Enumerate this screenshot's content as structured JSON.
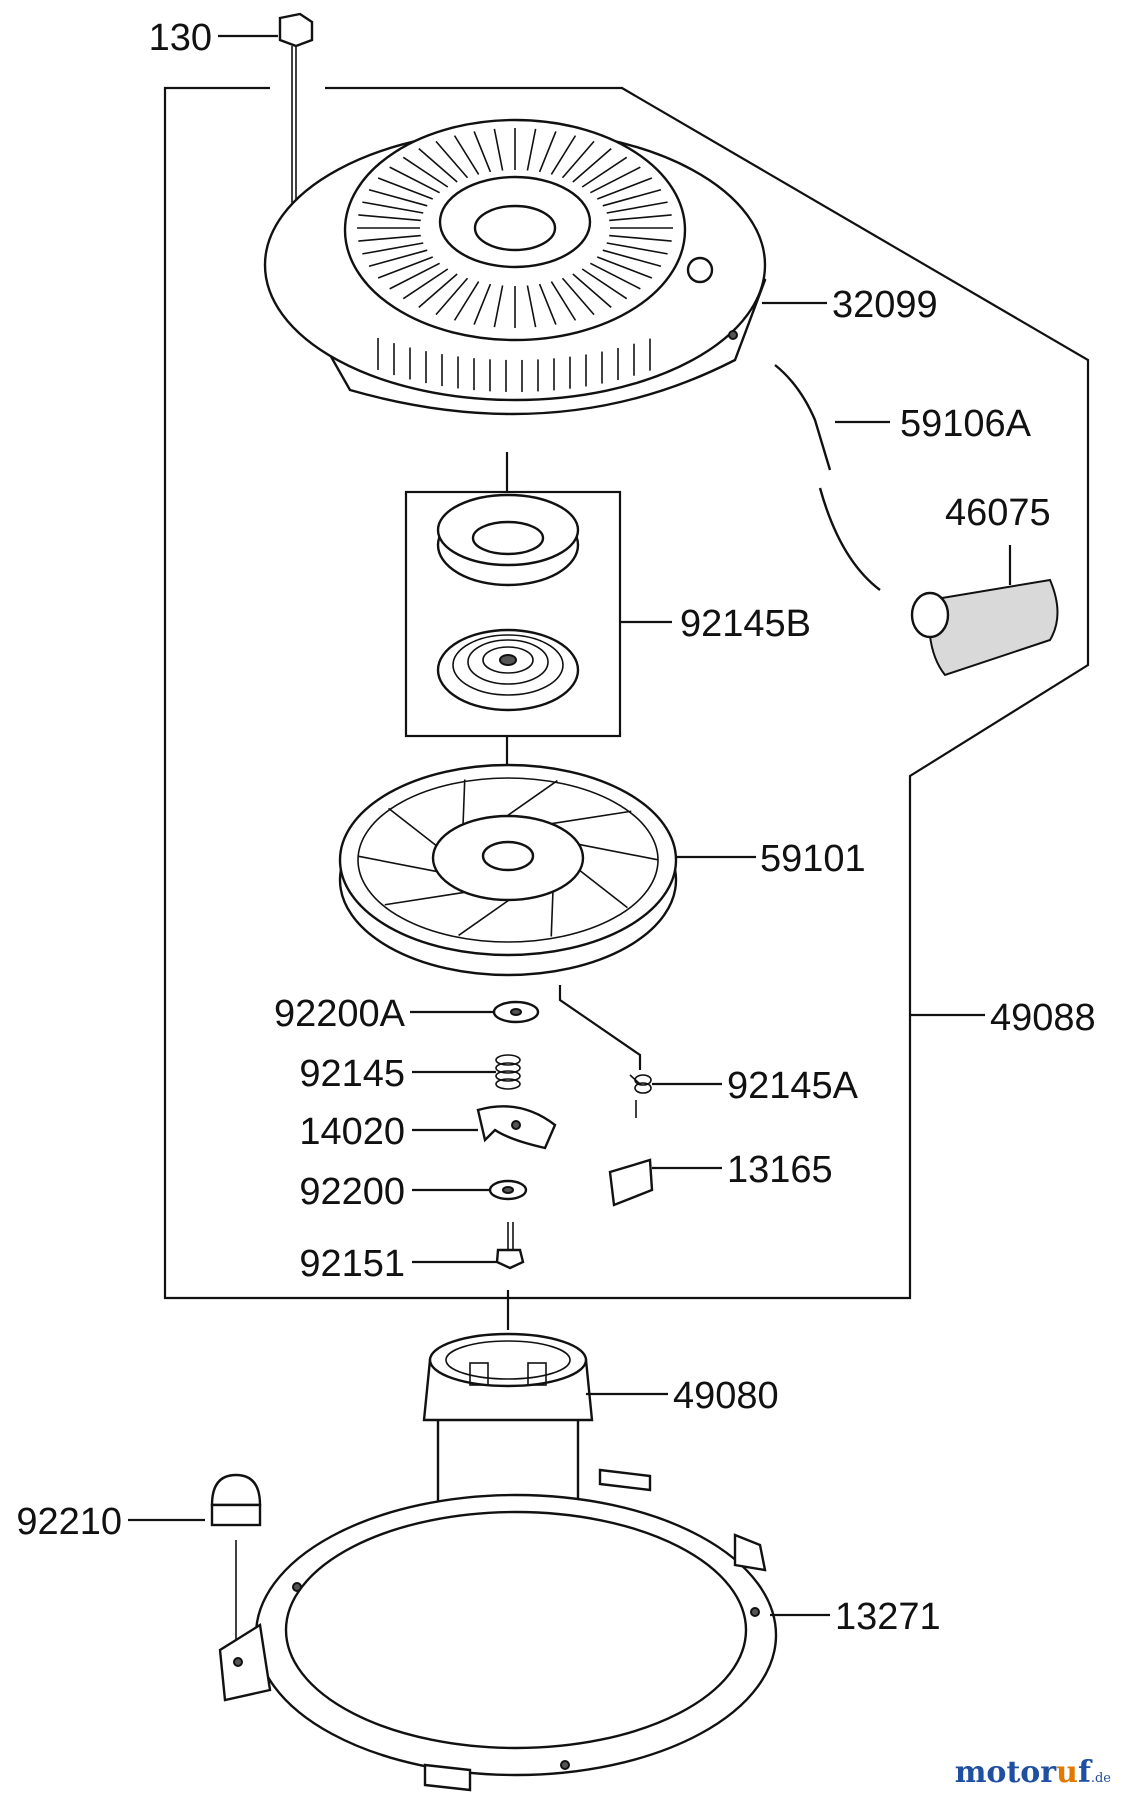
{
  "parts": [
    {
      "id": "p130",
      "label": "130"
    },
    {
      "id": "p32099",
      "label": "32099"
    },
    {
      "id": "p59106A",
      "label": "59106A"
    },
    {
      "id": "p46075",
      "label": "46075"
    },
    {
      "id": "p92145B",
      "label": "92145B"
    },
    {
      "id": "p59101",
      "label": "59101"
    },
    {
      "id": "p49088",
      "label": "49088"
    },
    {
      "id": "p92200A",
      "label": "92200A"
    },
    {
      "id": "p92145",
      "label": "92145"
    },
    {
      "id": "p92145A",
      "label": "92145A"
    },
    {
      "id": "p14020",
      "label": "14020"
    },
    {
      "id": "p13165",
      "label": "13165"
    },
    {
      "id": "p92200",
      "label": "92200"
    },
    {
      "id": "p92151",
      "label": "92151"
    },
    {
      "id": "p49080",
      "label": "49080"
    },
    {
      "id": "p92210",
      "label": "92210"
    },
    {
      "id": "p13271",
      "label": "13271"
    }
  ],
  "watermark": {
    "brand": "motor",
    "accent": "u",
    "brand_end": "f",
    "tld": ".de"
  },
  "colors": {
    "line": "#111111",
    "watermark": "#1f4fa0",
    "watermark_accent": "#e07a00"
  }
}
